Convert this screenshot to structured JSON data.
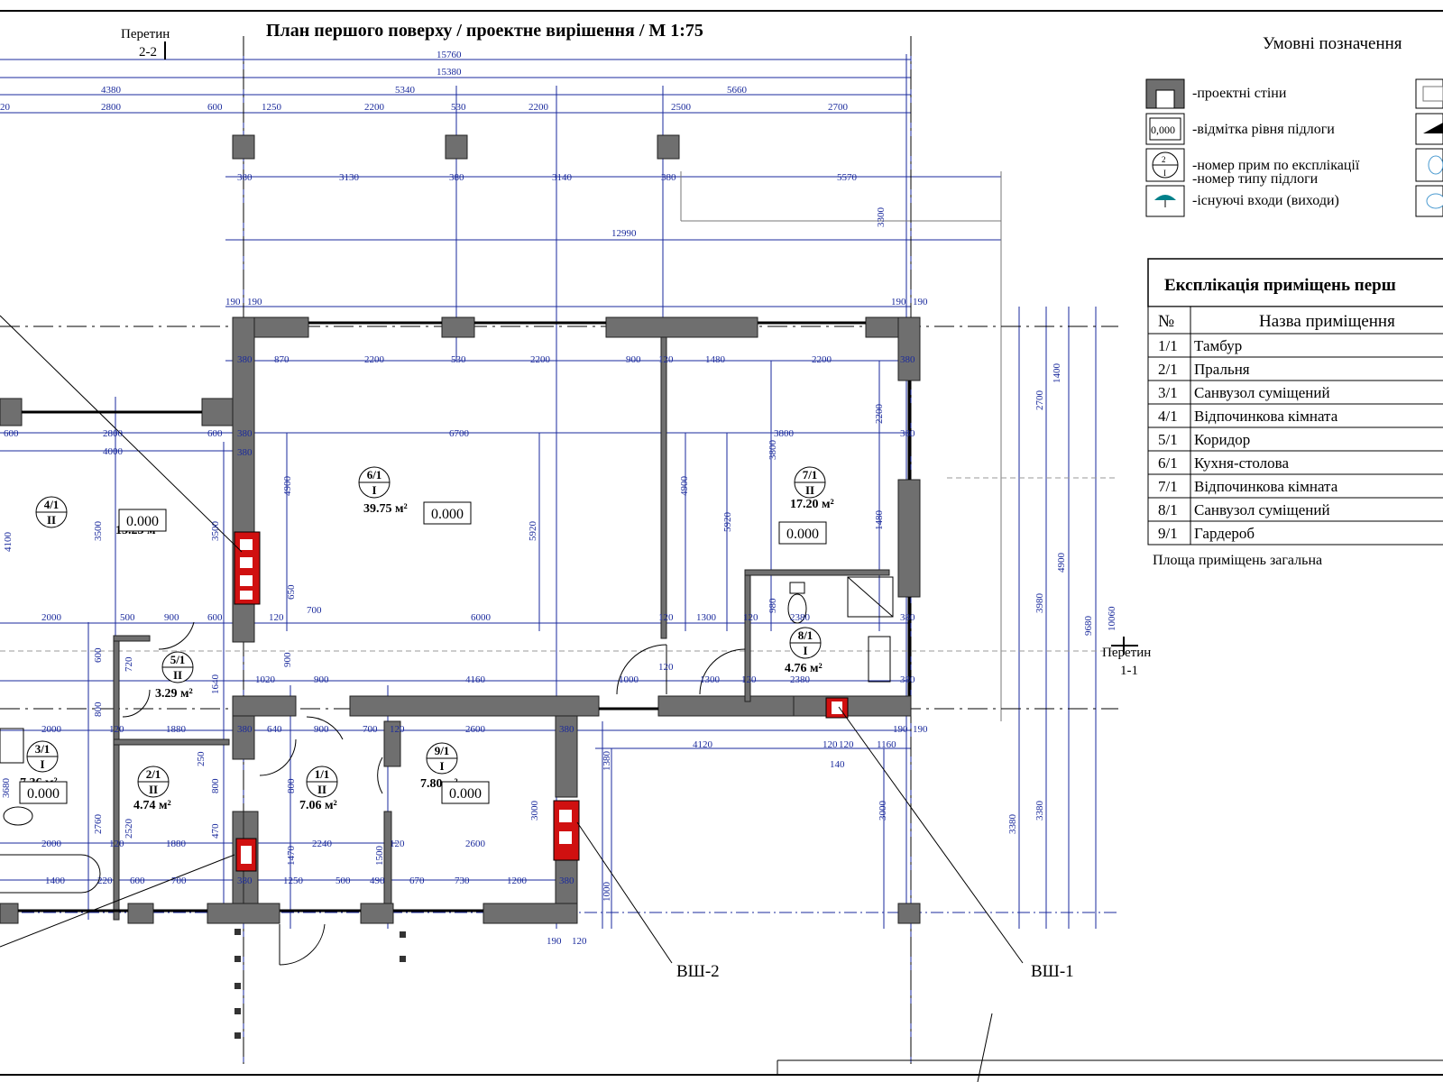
{
  "title": "План першого поверху / проектне вирішення / М 1:75",
  "section_marks": [
    {
      "label": "Перетин",
      "ref": "2-2"
    },
    {
      "label": "Перетин",
      "ref": "1-1"
    }
  ],
  "shaft_labels": [
    "ВШ-2",
    "ВШ-1"
  ],
  "legend": {
    "title": "Умовні позначення",
    "items": [
      {
        "icon": "wall-swatch-icon",
        "text": "-проектні стіни"
      },
      {
        "icon": "floor-level-icon",
        "icon_text": "0,000",
        "text": "-відмітка рівня підлоги"
      },
      {
        "icon": "room-number-icon",
        "text": "-номер прим по експлікації"
      },
      {
        "icon": "room-number-icon",
        "text": "-номер типу підлоги"
      },
      {
        "icon": "entrance-icon",
        "text": "-існуючі входи (виходи)"
      }
    ]
  },
  "explication": {
    "title": "Експлікація приміщень перш",
    "columns": [
      "№",
      "Назва приміщення"
    ],
    "rows": [
      {
        "no": "1/1",
        "name": "Тамбур"
      },
      {
        "no": "2/1",
        "name": "Пральня"
      },
      {
        "no": "3/1",
        "name": "Санвузол суміщений"
      },
      {
        "no": "4/1",
        "name": "Відпочинкова кімната"
      },
      {
        "no": "5/1",
        "name": "Коридор"
      },
      {
        "no": "6/1",
        "name": "Кухня-столова"
      },
      {
        "no": "7/1",
        "name": "Відпочинкова кімната"
      },
      {
        "no": "8/1",
        "name": "Санвузол суміщений"
      },
      {
        "no": "9/1",
        "name": "Гардероб"
      }
    ],
    "total_label": "Площа приміщень загальна"
  },
  "rooms": [
    {
      "num": "4/1",
      "type": "II",
      "area": "15.23 м²",
      "level": "0.000"
    },
    {
      "num": "6/1",
      "type": "I",
      "area": "39.75 м²",
      "level": "0.000"
    },
    {
      "num": "7/1",
      "type": "II",
      "area": "17.20 м²",
      "level": "0.000"
    },
    {
      "num": "5/1",
      "type": "II",
      "area": "3.29 м²"
    },
    {
      "num": "8/1",
      "type": "I",
      "area": "4.76 м²"
    },
    {
      "num": "3/1",
      "type": "I",
      "area": "7.36 м²",
      "level": "0.000"
    },
    {
      "num": "2/1",
      "type": "II",
      "area": "4.74 м²"
    },
    {
      "num": "1/1",
      "type": "II",
      "area": "7.06 м²"
    },
    {
      "num": "9/1",
      "type": "I",
      "area": "7.80 м²",
      "level": "0.000"
    }
  ],
  "dimensions": {
    "top_overall": [
      "15760",
      "15380"
    ],
    "top_chain1": [
      "4380",
      "5340",
      "5660"
    ],
    "top_chain2": [
      "20",
      "2800",
      "600",
      "1250",
      "2200",
      "530",
      "2200",
      "2500",
      "2700"
    ],
    "terrace": [
      "380",
      "3130",
      "380",
      "3140",
      "380",
      "5570"
    ],
    "terrace_total": "12990",
    "terrace_depth": "3300",
    "wall_190": [
      "190",
      "190",
      "190",
      "190"
    ],
    "row_interior": [
      "380",
      "870",
      "2200",
      "530",
      "2200",
      "900",
      "120",
      "1480",
      "2200",
      "380"
    ],
    "row_4000": [
      "600",
      "2800",
      "4000",
      "600",
      "380",
      "380",
      "6700",
      "3800",
      "380"
    ],
    "row_2000": [
      "2000",
      "500",
      "900",
      "600",
      "120",
      "700",
      "6000",
      "120",
      "1300",
      "120",
      "2380",
      "380"
    ],
    "row_1020": [
      "1020",
      "900",
      "4160",
      "1000",
      "120",
      "1300",
      "120",
      "2380",
      "380"
    ],
    "row_1880": [
      "2000",
      "120",
      "1880",
      "380",
      "640",
      "900",
      "700",
      "120",
      "2600",
      "380",
      "4120",
      "1160",
      "190",
      "190"
    ],
    "row_2240": [
      "2000",
      "120",
      "1880",
      "2240",
      "120",
      "2600"
    ],
    "row_1400": [
      "1400",
      "220",
      "600",
      "700",
      "380",
      "1250",
      "500",
      "490",
      "670",
      "730",
      "1200",
      "380"
    ],
    "bottom_misc": [
      "190",
      "120",
      "140",
      "120",
      "120"
    ],
    "vertical": [
      "3500",
      "4100",
      "3500",
      "4900",
      "5920",
      "4900",
      "5920",
      "3800",
      "2200",
      "1480",
      "980",
      "1640",
      "720",
      "600",
      "800",
      "800",
      "800",
      "250",
      "2520",
      "2760",
      "1470",
      "1500",
      "3000",
      "3000",
      "1380",
      "1000",
      "3680",
      "3380",
      "3380",
      "3980",
      "4900",
      "9680",
      "10060",
      "1400",
      "2700",
      "900",
      "470",
      "650"
    ]
  }
}
